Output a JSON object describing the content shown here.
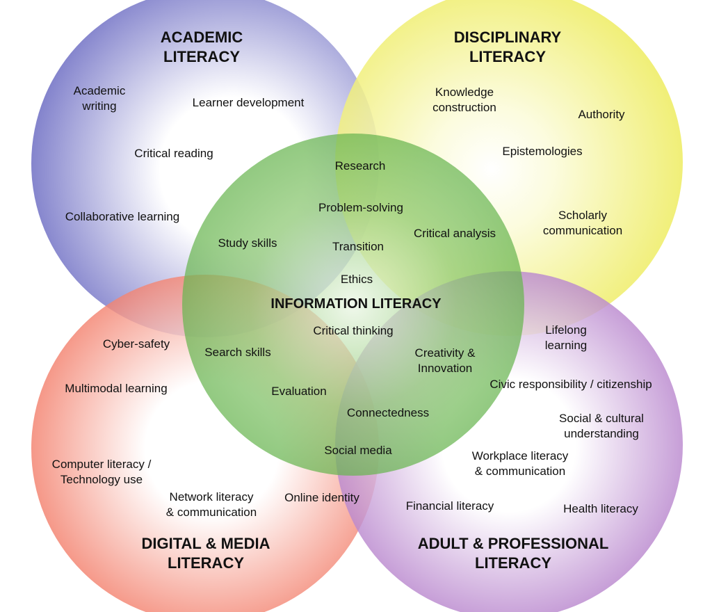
{
  "colors": {
    "academic": "#6f6fc4",
    "disciplinary": "#ecea50",
    "information": "#5fb048",
    "digital": "#f0624a",
    "adult": "#a463bf"
  },
  "circles": {
    "academic": {
      "title_line1": "ACADEMIC",
      "title_line2": "LITERACY"
    },
    "disciplinary": {
      "title_line1": "DISCIPLINARY",
      "title_line2": "LITERACY"
    },
    "information": {
      "title": "INFORMATION LITERACY"
    },
    "digital": {
      "title_line1": "DIGITAL & MEDIA",
      "title_line2": "LITERACY"
    },
    "adult": {
      "title_line1": "ADULT & PROFESSIONAL",
      "title_line2": "LITERACY"
    }
  },
  "labels": {
    "academic_writing_1": "Academic",
    "academic_writing_2": "writing",
    "learner_development": "Learner development",
    "critical_reading": "Critical reading",
    "collaborative_learning": "Collaborative learning",
    "knowledge_construction_1": "Knowledge",
    "knowledge_construction_2": "construction",
    "authority": "Authority",
    "epistemologies": "Epistemologies",
    "scholarly_communication_1": "Scholarly",
    "scholarly_communication_2": "communication",
    "research": "Research",
    "problem_solving": "Problem-solving",
    "critical_analysis": "Critical analysis",
    "study_skills": "Study skills",
    "transition": "Transition",
    "ethics": "Ethics",
    "critical_thinking": "Critical thinking",
    "search_skills": "Search skills",
    "creativity_1": "Creativity &",
    "creativity_2": "Innovation",
    "evaluation": "Evaluation",
    "connectedness": "Connectedness",
    "social_media": "Social media",
    "cyber_safety": "Cyber-safety",
    "multimodal_learning": "Multimodal learning",
    "computer_literacy_1": "Computer literacy /",
    "computer_literacy_2": "Technology use",
    "network_literacy_1": "Network literacy",
    "network_literacy_2": "& communication",
    "online_identity": "Online identity",
    "lifelong_learning_1": "Lifelong",
    "lifelong_learning_2": "learning",
    "civic_responsibility": "Civic responsibility / citizenship",
    "social_cultural_1": "Social & cultural",
    "social_cultural_2": "understanding",
    "workplace_literacy_1": "Workplace literacy",
    "workplace_literacy_2": "& communication",
    "financial_literacy": "Financial literacy",
    "health_literacy": "Health literacy"
  }
}
